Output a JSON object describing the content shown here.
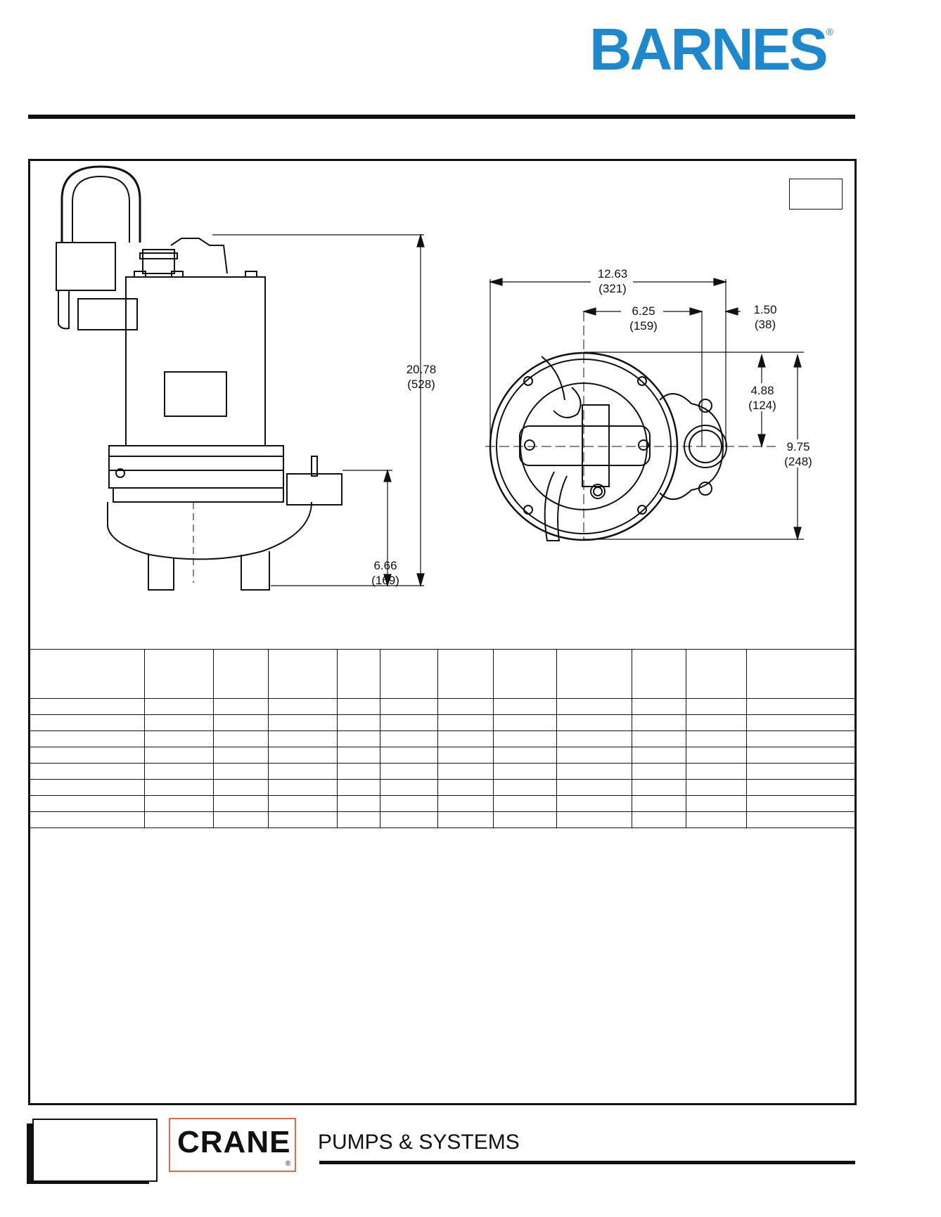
{
  "brand": {
    "name": "BARNES",
    "registered": "®"
  },
  "dimensions": {
    "overall_width": {
      "inch": "12.63",
      "mm": "(321)"
    },
    "center_to_discharge": {
      "inch": "6.25",
      "mm": "(159)"
    },
    "discharge_offset": {
      "inch": "1.50",
      "mm": "(38)"
    },
    "center_to_flange": {
      "inch": "4.88",
      "mm": "(124)"
    },
    "overall_depth": {
      "inch": "9.75",
      "mm": "(248)"
    },
    "overall_height": {
      "inch": "20.78",
      "mm": "(528)"
    },
    "discharge_height": {
      "inch": "6.66",
      "mm": "(169)"
    }
  },
  "table": {
    "columns": 12,
    "rows": 8
  },
  "footer": {
    "company": "CRANE",
    "registered": "®",
    "division": "PUMPS & SYSTEMS"
  },
  "colors": {
    "brand_blue": "#1e88cf",
    "crane_border": "#e06a4a",
    "ink": "#111111"
  }
}
